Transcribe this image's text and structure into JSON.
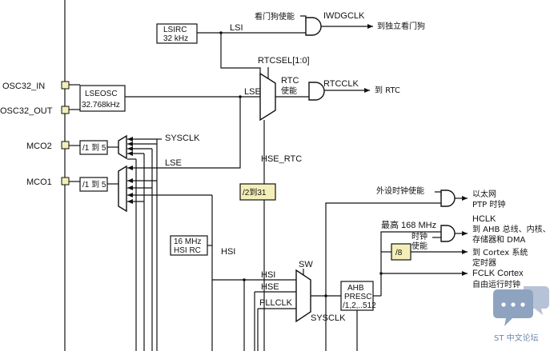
{
  "pins": {
    "osc32_in": "OSC32_IN",
    "osc32_out": "OSC32_OUT",
    "mco2": "MCO2",
    "mco1": "MCO1"
  },
  "blocks": {
    "lsirc_line1": "LSIRC",
    "lsirc_line2": "32 kHz",
    "lseosc_line1": "LSEOSC",
    "lseosc_line2": "32.768kHz",
    "hsirc_line1": "16 MHz",
    "hsirc_line2": "HSI RC",
    "mco2_div": "/1 到 5",
    "mco1_div": "/1 到 5",
    "rtc_div": "/2到31",
    "div8": "/8",
    "ahb_line1": "AHB",
    "ahb_line2": "PRESC",
    "ahb_line3": "/1,2,..512"
  },
  "signals": {
    "lsi": "LSI",
    "lse_top": "LSE",
    "lse_mco": "LSE",
    "sysclk_mco": "SYSCLK",
    "rtcsel": "RTCSEL[1:0]",
    "hse_rtc": "HSE_RTC",
    "hsi_feed": "HSI",
    "hsi_mux": "HSI",
    "hse_mux": "HSE",
    "pllclk": "PLLCLK",
    "sw": "SW",
    "sysclk_ahb": "SYSCLK",
    "max_168": "最高 168 MHz"
  },
  "gates": {
    "wdg_enable": "看门狗使能",
    "iwdgclk": "IWDGCLK",
    "rtc_enable_1": "RTC",
    "rtc_enable_2": "使能",
    "rtcclk": "RTCCLK",
    "periph_enable": "外设时钟使能",
    "hclk_enable_1": "时钟",
    "hclk_enable_2": "使能"
  },
  "destinations": {
    "iwdg": "到独立看门狗",
    "rtc": "到 RTC",
    "eth_1": "以太网",
    "eth_2": "PTP 时钟",
    "hclk": "HCLK",
    "hclk_1": "到 AHB 总线、内核、",
    "hclk_2": "存储器和 DMA",
    "cortex_1": "到 Cortex 系统",
    "cortex_2": "定时器",
    "fclk": "FCLK Cortex",
    "fclk_2": "自由运行时钟"
  },
  "watermark": {
    "text": "ST 中文论坛"
  }
}
